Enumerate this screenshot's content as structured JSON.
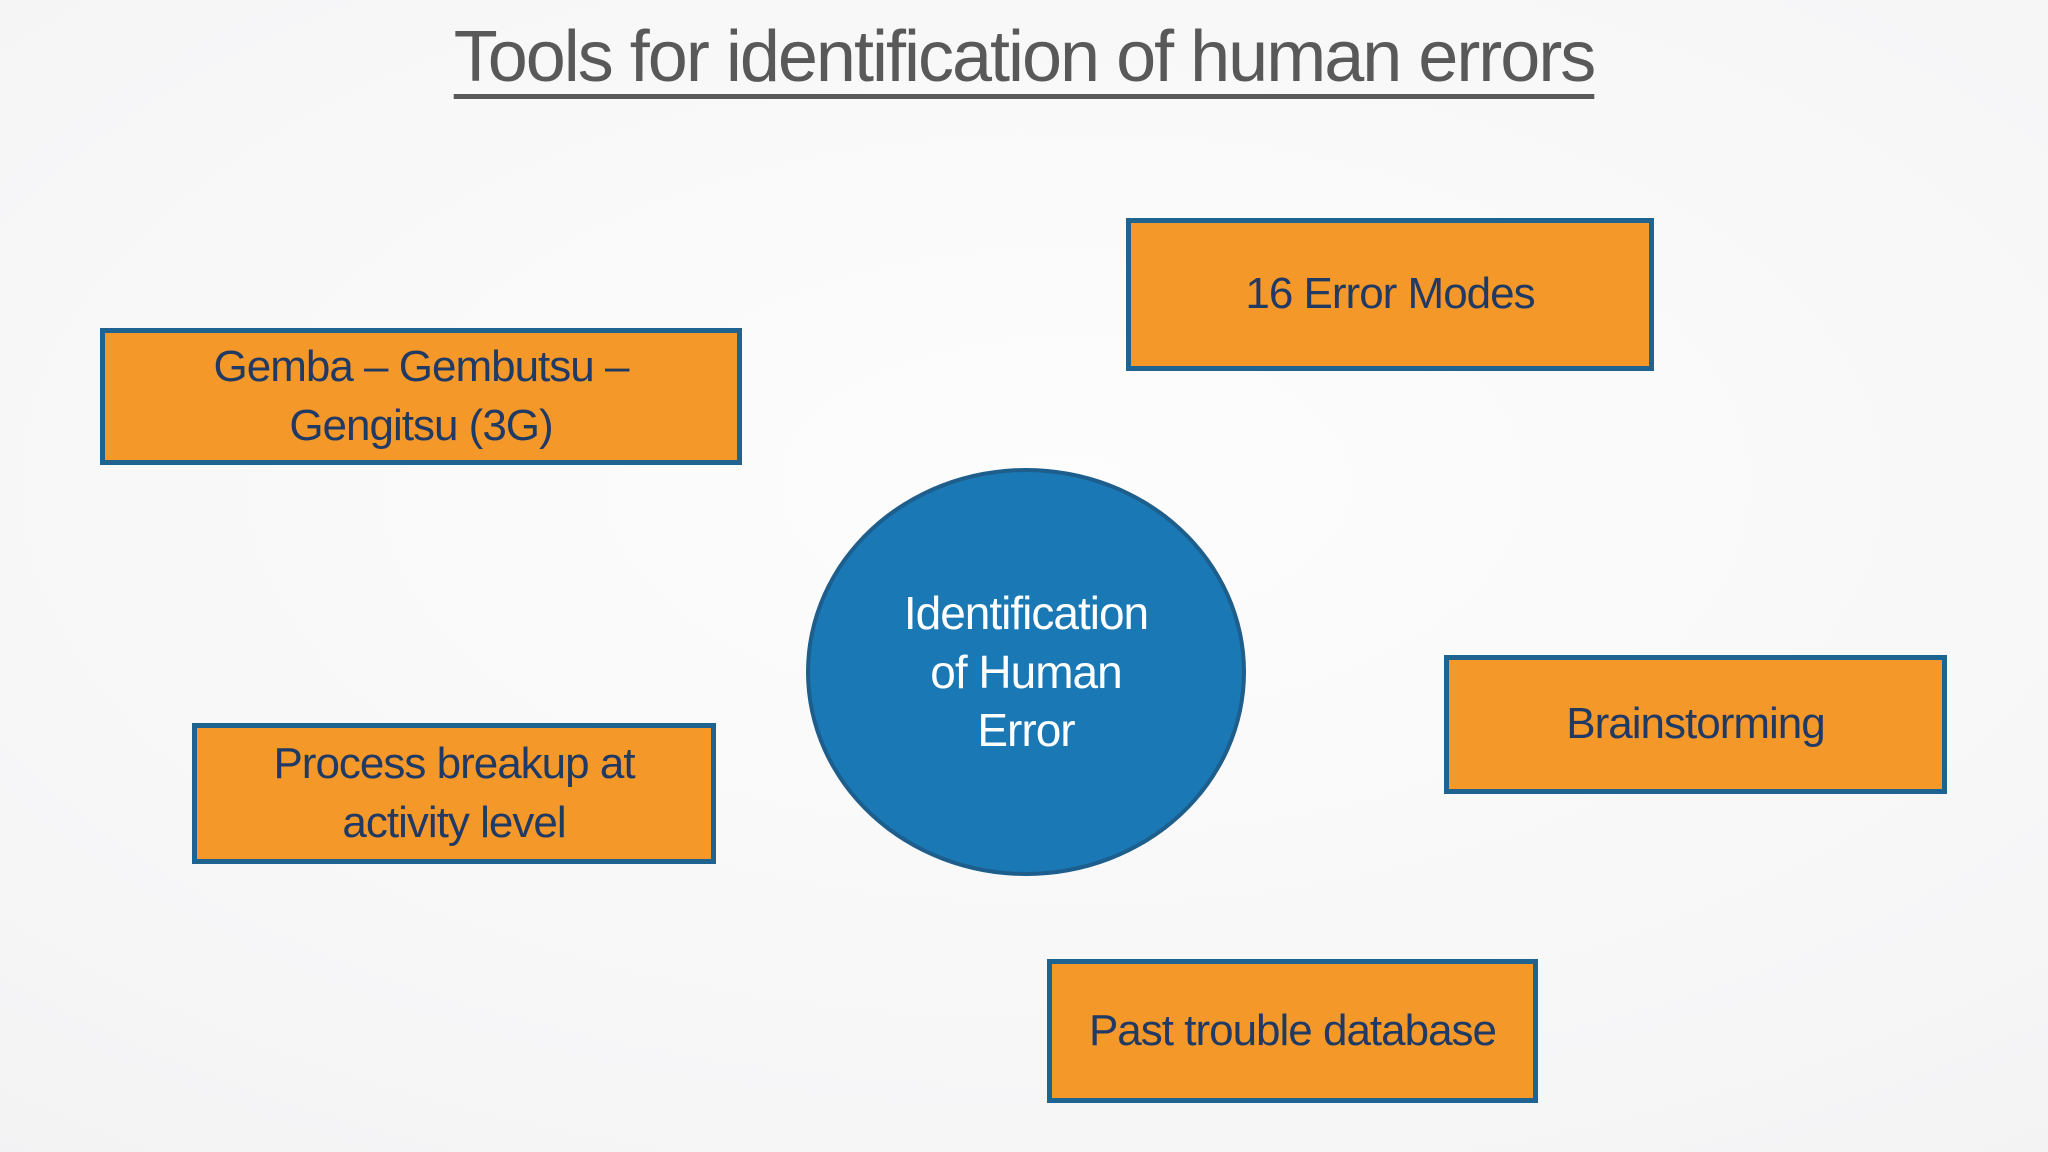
{
  "slide": {
    "title": "Tools for identification of human errors",
    "center": {
      "lines": [
        "Identification",
        "of Human",
        "Error"
      ]
    },
    "tools": [
      {
        "id": "gemba",
        "lines": [
          "Gemba – Gembutsu –",
          "Gengitsu (3G)"
        ]
      },
      {
        "id": "error-modes",
        "lines": [
          "16 Error Modes"
        ]
      },
      {
        "id": "process",
        "lines": [
          "Process breakup at",
          "activity level"
        ]
      },
      {
        "id": "brainstorming",
        "lines": [
          "Brainstorming"
        ]
      },
      {
        "id": "past-trouble",
        "lines": [
          "Past trouble database"
        ]
      }
    ]
  },
  "theme": {
    "title-color": "#595959",
    "box-fill": "#F49829",
    "box-border": "#1F6391",
    "box-text": "#203A64",
    "circle-fill": "#1A78B4",
    "circle-border": "#1D5E8C",
    "circle-text": "#FFFFFF",
    "bg-center": "#FDFDFD",
    "bg-edge": "#ECECED"
  }
}
